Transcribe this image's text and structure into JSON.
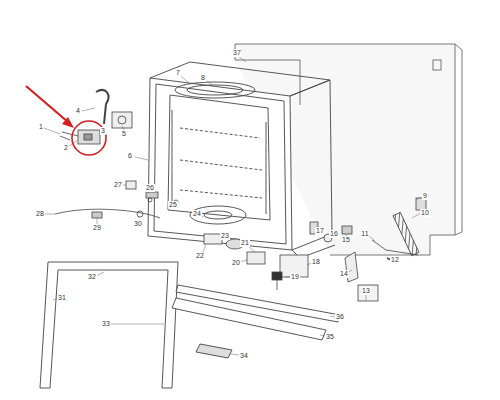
{
  "diagram": {
    "labels": [
      "37",
      "7",
      "8",
      "4",
      "5",
      "1",
      "2",
      "3",
      "6",
      "27",
      "26",
      "25",
      "28",
      "29",
      "30",
      "24",
      "22",
      "23",
      "21",
      "20",
      "19",
      "18",
      "17",
      "16",
      "15",
      "14",
      "13",
      "12",
      "11",
      "10",
      "9",
      "32",
      "31",
      "33",
      "34",
      "35",
      "36"
    ]
  }
}
